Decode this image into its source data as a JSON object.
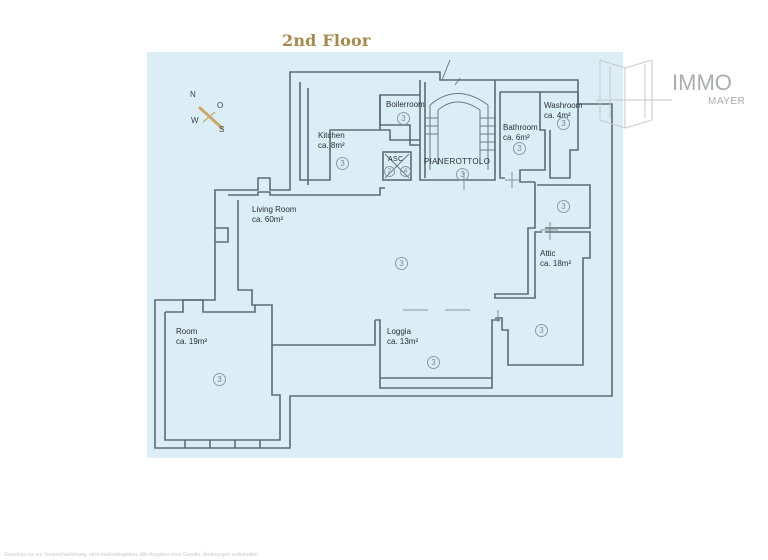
{
  "title": "2nd Floor",
  "logo": {
    "primary": "IMMO",
    "secondary": "MAYER"
  },
  "compass": {
    "north": "N",
    "east": "O",
    "south": "S",
    "west": "W"
  },
  "rooms": [
    {
      "name": "Boilerroom",
      "area": "",
      "number": "3"
    },
    {
      "name": "Kitchen",
      "area": "ca. 8m²",
      "number": "3"
    },
    {
      "name": "Bathroom",
      "area": "ca. 6m²",
      "number": "3"
    },
    {
      "name": "Washroom",
      "area": "ca. 4m²",
      "number": "3"
    },
    {
      "name": "Living Room",
      "area": "ca. 60m²",
      "number": "3"
    },
    {
      "name": "Attic",
      "area": "ca. 18m²",
      "number": "3"
    },
    {
      "name": "Room",
      "area": "ca. 19m²",
      "number": "3"
    },
    {
      "name": "Loggia",
      "area": "ca. 13m²",
      "number": "3"
    }
  ],
  "landing": {
    "name": "PIANEROTTOLO",
    "number": "3"
  },
  "elevator": {
    "label": "ASC",
    "num_left": "2",
    "num_right": "4"
  },
  "attic_upper_number": "3",
  "footer_text": "Grundriss nur zur Veranschaulichung, nicht maßstabsgetreu. Alle Angaben ohne Gewähr. Änderungen vorbehalten.",
  "colors": {
    "title": "#a8874a",
    "plan_background": "#dbeef6",
    "walls": "#5f6b73",
    "compass": "#c9a86a"
  }
}
